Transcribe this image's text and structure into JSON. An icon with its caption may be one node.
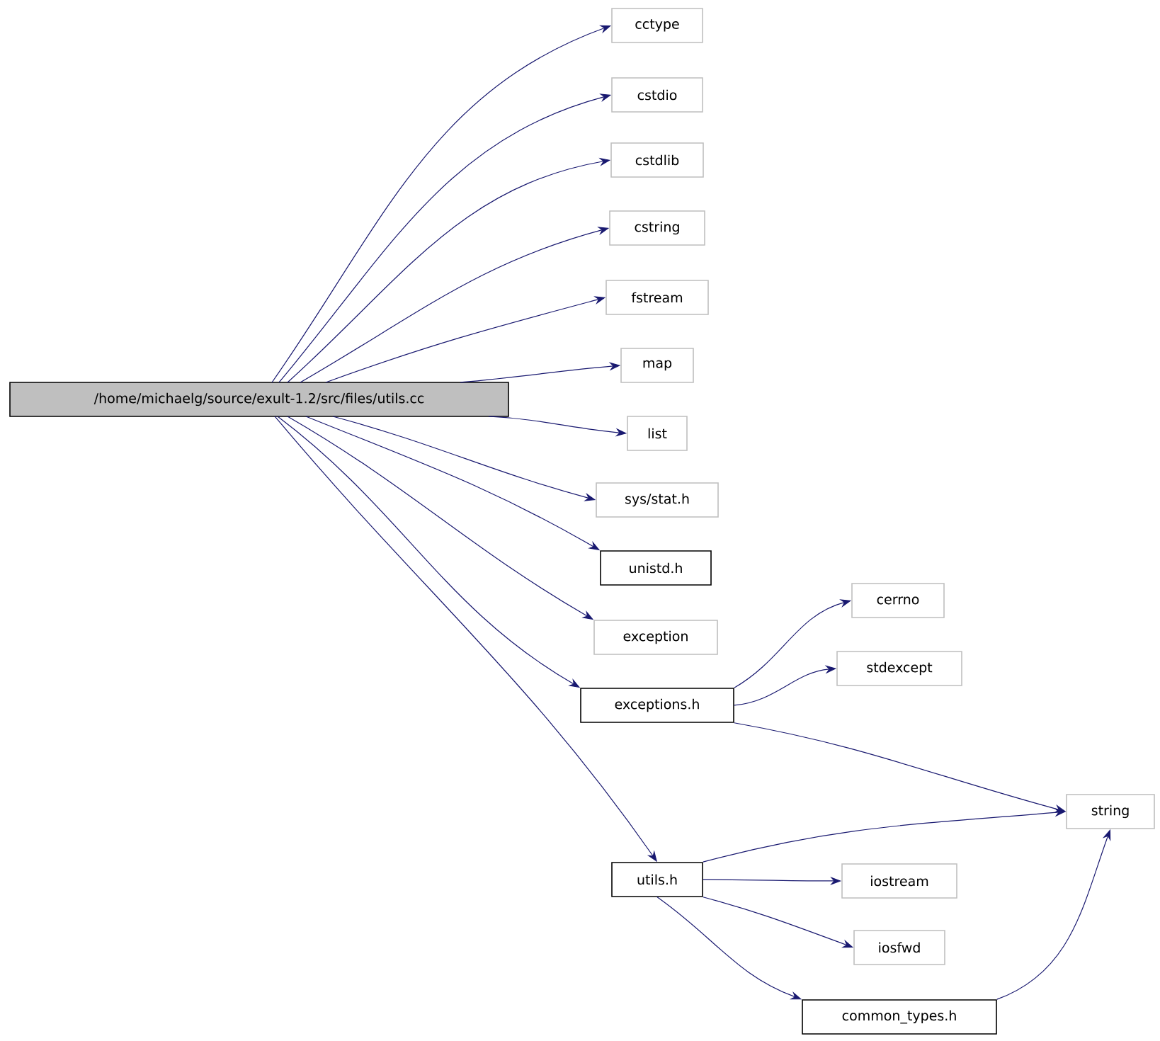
{
  "diagram": {
    "nodes": [
      {
        "text": [
          "/home/michaelg/source/exult-1.2/src/files/utils.cc"
        ]
      },
      {
        "text": [
          "cctype"
        ]
      },
      {
        "text": [
          "cstdio"
        ]
      },
      {
        "text": [
          "cstdlib"
        ]
      },
      {
        "text": [
          "cstring"
        ]
      },
      {
        "text": [
          "fstream"
        ]
      },
      {
        "text": [
          "map"
        ]
      },
      {
        "text": [
          "list"
        ]
      },
      {
        "text": [
          "sys/stat.h"
        ]
      },
      {
        "text": [
          "unistd.h"
        ]
      },
      {
        "text": [
          "exception"
        ]
      },
      {
        "text": [
          "exceptions.h"
        ]
      },
      {
        "text": [
          "cerrno"
        ]
      },
      {
        "text": [
          "stdexcept"
        ]
      },
      {
        "text": [
          "string"
        ]
      },
      {
        "text": [
          "utils.h"
        ]
      },
      {
        "text": [
          "iostream"
        ]
      },
      {
        "text": [
          "iosfwd"
        ]
      },
      {
        "text": [
          "common_types.h"
        ]
      }
    ],
    "edges": [
      {
        "from": 0,
        "to": 1,
        "arrow": "to"
      },
      {
        "from": 0,
        "to": 2,
        "arrow": "to"
      },
      {
        "from": 0,
        "to": 3,
        "arrow": "to"
      },
      {
        "from": 0,
        "to": 4,
        "arrow": "to"
      },
      {
        "from": 0,
        "to": 5,
        "arrow": "to"
      },
      {
        "from": 0,
        "to": 6,
        "arrow": "to"
      },
      {
        "from": 0,
        "to": 7,
        "arrow": "to"
      },
      {
        "from": 0,
        "to": 8,
        "arrow": "to"
      },
      {
        "from": 0,
        "to": 9,
        "arrow": "to"
      },
      {
        "from": 0,
        "to": 10,
        "arrow": "to"
      },
      {
        "from": 0,
        "to": 11,
        "arrow": "to"
      },
      {
        "from": 0,
        "to": 15,
        "arrow": "to"
      },
      {
        "from": 11,
        "to": 12,
        "arrow": "to"
      },
      {
        "from": 11,
        "to": 13,
        "arrow": "to"
      },
      {
        "from": 11,
        "to": 14,
        "arrow": "to"
      },
      {
        "from": 15,
        "to": 14,
        "arrow": "to"
      },
      {
        "from": 15,
        "to": 16,
        "arrow": "to"
      },
      {
        "from": 15,
        "to": 17,
        "arrow": "to"
      },
      {
        "from": 15,
        "to": 18,
        "arrow": "to"
      },
      {
        "from": 18,
        "to": 14,
        "arrow": "to"
      }
    ]
  }
}
